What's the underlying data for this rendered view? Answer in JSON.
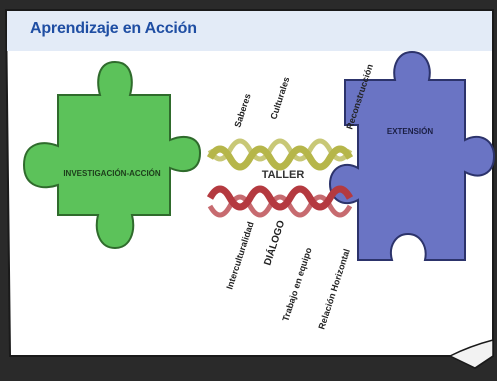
{
  "title": "Aprendizaje en Acción",
  "pieces": {
    "left": {
      "label": "INVESTIGACIÓN-ACCIÓN",
      "color": "#5cc25a",
      "stroke": "#2f6b2c"
    },
    "right": {
      "label": "EXTENSIÓN",
      "color": "#6a74c4",
      "stroke": "#2c336b"
    },
    "center": {
      "label": "TALLER"
    }
  },
  "helix": {
    "top_color": "#b6b64a",
    "bottom_color": "#b43a40"
  },
  "words_top": [
    "Saberes",
    "Culturales",
    "Reconstrucción"
  ],
  "words_bottom": [
    "Interculturalidad",
    "DIÁLOGO",
    "Trabajo en equipo",
    "Relación Horizontal"
  ],
  "colors": {
    "background": "#ffffff",
    "outer": "#2a2a2a",
    "header_band": "#e3ebf7",
    "title": "#1f4ea3"
  }
}
